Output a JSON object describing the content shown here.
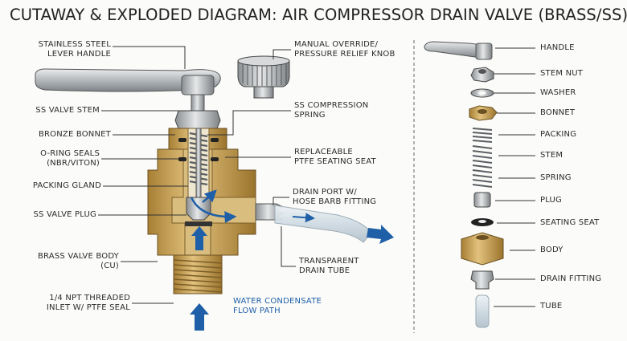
{
  "title": "CUTAWAY & EXPLODED DIAGRAM: AIR COMPRESSOR DRAIN VALVE (BRASS/SS)",
  "left_labels": [
    "STAINLESS STEEL\nLEVER HANDLE",
    "SS VALVE STEM",
    "BRONZE BONNET",
    "O-RING SEALS\n(NBR/VITON)",
    "PACKING GLAND",
    "SS VALVE PLUG",
    "BRASS VALVE BODY\n(CU)",
    "1/4 NPT THREADED\nINLET W/ PTFE SEAL"
  ],
  "center_labels": [
    "MANUAL OVERRIDE/\nPRESSURE RELIEF KNOB",
    "SS COMPRESSION\nSPRING",
    "REPLACEABLE\nPTFE SEATING SEAT",
    "DRAIN PORT W/\nHOSE BARB FITTING",
    "TRANSPARENT\nDRAIN TUBE"
  ],
  "flow_label": "WATER CONDENSATE\nFLOW PATH",
  "exploded_parts": [
    "HANDLE",
    "STEM NUT",
    "WASHER",
    "BONNET",
    "PACKING",
    "STEM",
    "SPRING",
    "PLUG",
    "SEATING SEAT",
    "BODY",
    "DRAIN FITTING",
    "TUBE"
  ],
  "colors": {
    "brass": "#c9a35a",
    "steel": "#b9bcbf",
    "flow": "#1e5fa8"
  }
}
